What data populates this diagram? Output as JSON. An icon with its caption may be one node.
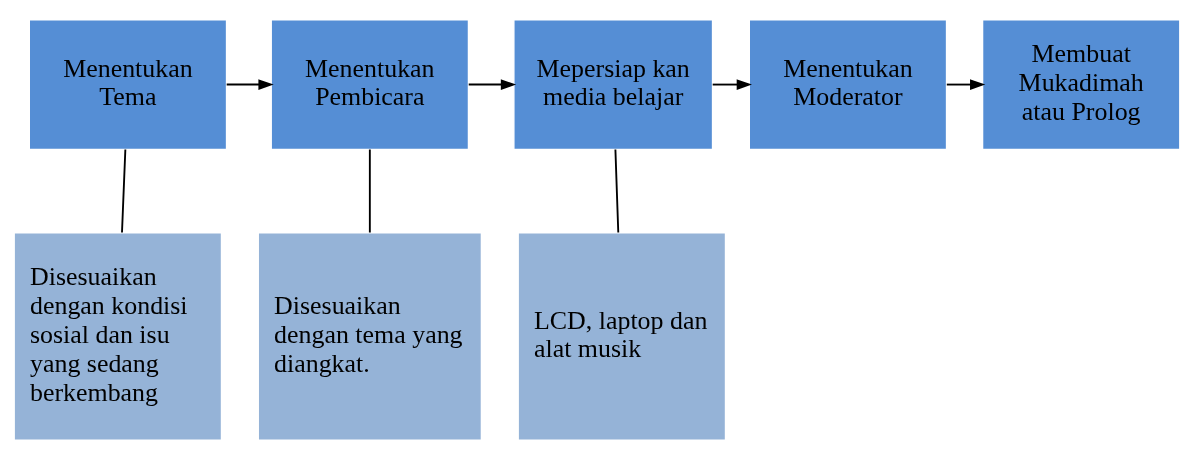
{
  "diagram": {
    "nodes": [
      {
        "text": [
          "Menentukan Tema"
        ]
      },
      {
        "text": [
          "Menentukan Pembicara"
        ]
      },
      {
        "text": [
          "Mepersiap kan media belajar"
        ]
      },
      {
        "text": [
          "Menentukan Moderator"
        ]
      },
      {
        "text": [
          "Membuat Mukadimah atau Prolog"
        ]
      },
      {
        "text": [
          "Disesuaikan dengan kondisi sosial dan isu yang sedang berkembang"
        ]
      },
      {
        "text": [
          "Disesuaikan dengan tema yang diangkat."
        ]
      },
      {
        "text": [
          "LCD, laptop dan alat musik"
        ]
      }
    ],
    "edges": [
      {
        "from": 0,
        "to": 1,
        "arrow": "to"
      },
      {
        "from": 1,
        "to": 2,
        "arrow": "to"
      },
      {
        "from": 2,
        "to": 3,
        "arrow": "to"
      },
      {
        "from": 3,
        "to": 4,
        "arrow": "to"
      },
      {
        "from": 0,
        "to": 5,
        "arrow": "none"
      },
      {
        "from": 1,
        "to": 6,
        "arrow": "none"
      },
      {
        "from": 2,
        "to": 7,
        "arrow": "none"
      }
    ]
  }
}
